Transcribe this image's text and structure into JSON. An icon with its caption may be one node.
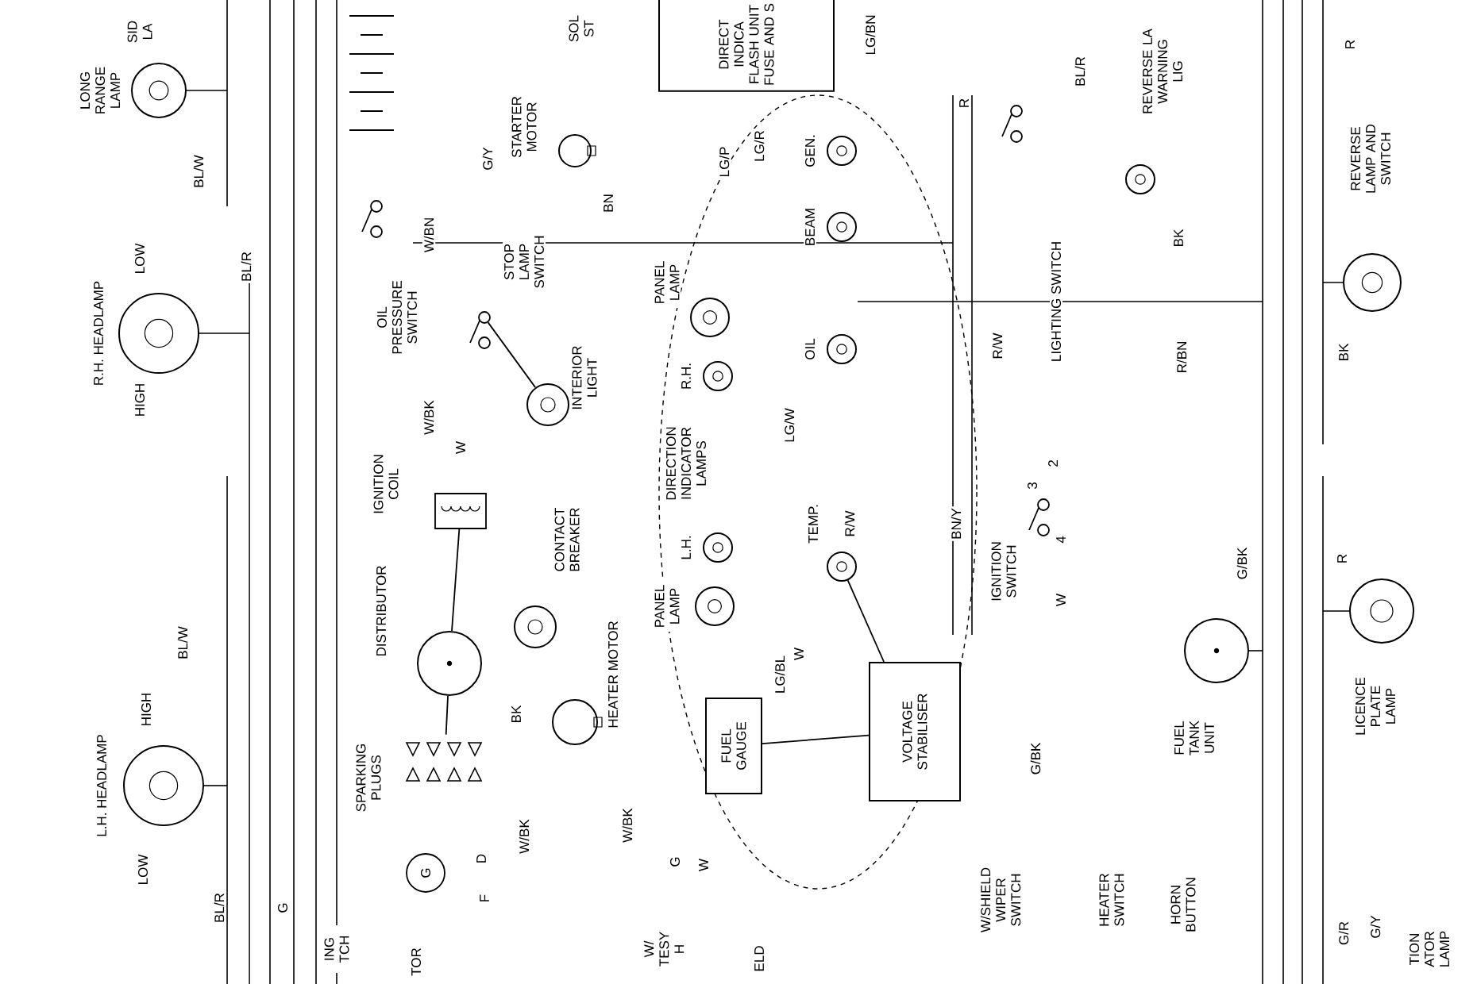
{
  "diagram": {
    "nodes": [
      {
        "text": [
          "LONG RANGE LAMP"
        ]
      },
      {
        "text": [
          "R.H. HEADLAMP"
        ],
        "beside": [
          "LOW",
          "HIGH"
        ]
      },
      {
        "text": [
          "L.H. HEADLAMP"
        ],
        "beside": [
          "HIGH",
          "LOW"
        ]
      },
      {
        "text": [
          "OIL PRESSURE SWITCH"
        ]
      },
      {
        "text": [
          "STOP LAMP SWITCH"
        ]
      },
      {
        "text": [
          "STARTER MOTOR"
        ]
      },
      {
        "text": [
          "INTERIOR LIGHT"
        ]
      },
      {
        "text": [
          "IGNITION COIL"
        ]
      },
      {
        "text": [
          "CONTACT BREAKER"
        ]
      },
      {
        "text": [
          "DISTRIBUTOR"
        ]
      },
      {
        "text": [
          "SPARKING PLUGS"
        ]
      },
      {
        "text": [
          "HEATER MOTOR"
        ]
      },
      {
        "text": [
          "DIRECT INDICA FLASH UNIT FUSE AND S"
        ]
      },
      {
        "text": [
          "PANEL LAMP"
        ]
      },
      {
        "text": [
          "R.H."
        ]
      },
      {
        "text": [
          "GEN."
        ]
      },
      {
        "text": [
          "BEAM"
        ]
      },
      {
        "text": [
          "OIL"
        ]
      },
      {
        "text": [
          "L.H."
        ]
      },
      {
        "text": [
          "TEMP."
        ]
      },
      {
        "text": [
          "PANEL LAMP"
        ]
      },
      {
        "text": [
          "FUEL GAUGE"
        ]
      },
      {
        "text": [
          "VOLTAGE STABILISER"
        ]
      },
      {
        "text": [
          "LIGHTING SWITCH"
        ]
      },
      {
        "text": [
          "REVERSE LA WARNING LIG"
        ]
      },
      {
        "text": [
          "REVERSE LAMP AND SWITCH"
        ]
      },
      {
        "text": [
          "IGNITION SWITCH"
        ],
        "beside": [
          "3",
          "2",
          "4"
        ]
      },
      {
        "text": [
          "FUEL TANK UNIT"
        ]
      },
      {
        "text": [
          "LICENCE PLATE LAMP"
        ]
      },
      {
        "text": [
          "W/SHIELD WIPER SWITCH"
        ]
      },
      {
        "text": [
          "HEATER SWITCH"
        ]
      },
      {
        "text": [
          "HORN BUTTON"
        ]
      }
    ],
    "edges": [
      {
        "from": 6,
        "to": 4,
        "arrow": "none"
      },
      {
        "from": 7,
        "to": 9,
        "arrow": "none"
      },
      {
        "from": 9,
        "to": 10,
        "arrow": "none"
      },
      {
        "from": 19,
        "to": 22,
        "arrow": "none"
      },
      {
        "from": 21,
        "to": 22,
        "arrow": "none"
      }
    ],
    "labels": [
      "SID LA",
      "SOL ST",
      "BL/W",
      "BL/R",
      "G/Y",
      "W/BN",
      "BN",
      "LG/P",
      "LG/R",
      "LG/BN",
      "R",
      "BL/R",
      "R",
      "BK",
      "R/W",
      "R/BN",
      "BK",
      "W/BK",
      "W",
      "LG/W",
      "DIRECTION INDICATOR LAMPS",
      "R/W",
      "BN/Y",
      "W",
      "G/BK",
      "R",
      "BL/W",
      "BK",
      "W",
      "LG/BL",
      "G/BK",
      "W/BK",
      "W/BK",
      "G",
      "W",
      "G",
      "D",
      "F",
      "BL/R",
      "G",
      "ING TCH",
      "TOR",
      "W/ TESY H",
      "ELD",
      "G/R",
      "G/Y",
      "TION ATOR LAMP"
    ]
  }
}
